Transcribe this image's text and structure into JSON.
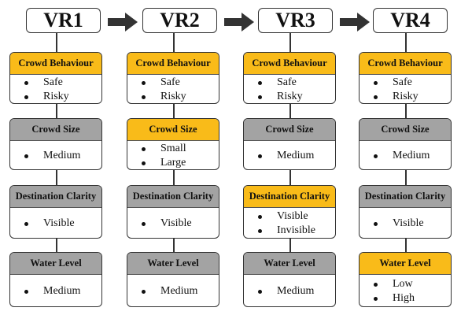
{
  "colors": {
    "highlight": "#f9bb19",
    "default": "#a3a3a3",
    "border": "#333333",
    "arrow": "#333333"
  },
  "columns": [
    {
      "title": "VR1",
      "cards": [
        {
          "header": "Crowd Behaviour",
          "highlighted": true,
          "items": [
            "Safe",
            "Risky"
          ]
        },
        {
          "header": "Crowd Size",
          "highlighted": false,
          "items": [
            "Medium"
          ]
        },
        {
          "header": "Destination Clarity",
          "highlighted": false,
          "items": [
            "Visible"
          ]
        },
        {
          "header": "Water Level",
          "highlighted": false,
          "items": [
            "Medium"
          ]
        }
      ]
    },
    {
      "title": "VR2",
      "cards": [
        {
          "header": "Crowd Behaviour",
          "highlighted": true,
          "items": [
            "Safe",
            "Risky"
          ]
        },
        {
          "header": "Crowd Size",
          "highlighted": true,
          "items": [
            "Small",
            "Large"
          ]
        },
        {
          "header": "Destination Clarity",
          "highlighted": false,
          "items": [
            "Visible"
          ]
        },
        {
          "header": "Water Level",
          "highlighted": false,
          "items": [
            "Medium"
          ]
        }
      ]
    },
    {
      "title": "VR3",
      "cards": [
        {
          "header": "Crowd Behaviour",
          "highlighted": true,
          "items": [
            "Safe",
            "Risky"
          ]
        },
        {
          "header": "Crowd Size",
          "highlighted": false,
          "items": [
            "Medium"
          ]
        },
        {
          "header": "Destination Clarity",
          "highlighted": true,
          "items": [
            "Visible",
            "Invisible"
          ]
        },
        {
          "header": "Water Level",
          "highlighted": false,
          "items": [
            "Medium"
          ]
        }
      ]
    },
    {
      "title": "VR4",
      "cards": [
        {
          "header": "Crowd Behaviour",
          "highlighted": true,
          "items": [
            "Safe",
            "Risky"
          ]
        },
        {
          "header": "Crowd Size",
          "highlighted": false,
          "items": [
            "Medium"
          ]
        },
        {
          "header": "Destination Clarity",
          "highlighted": false,
          "items": [
            "Visible"
          ]
        },
        {
          "header": "Water Level",
          "highlighted": true,
          "items": [
            "Low",
            "High"
          ]
        }
      ]
    }
  ]
}
